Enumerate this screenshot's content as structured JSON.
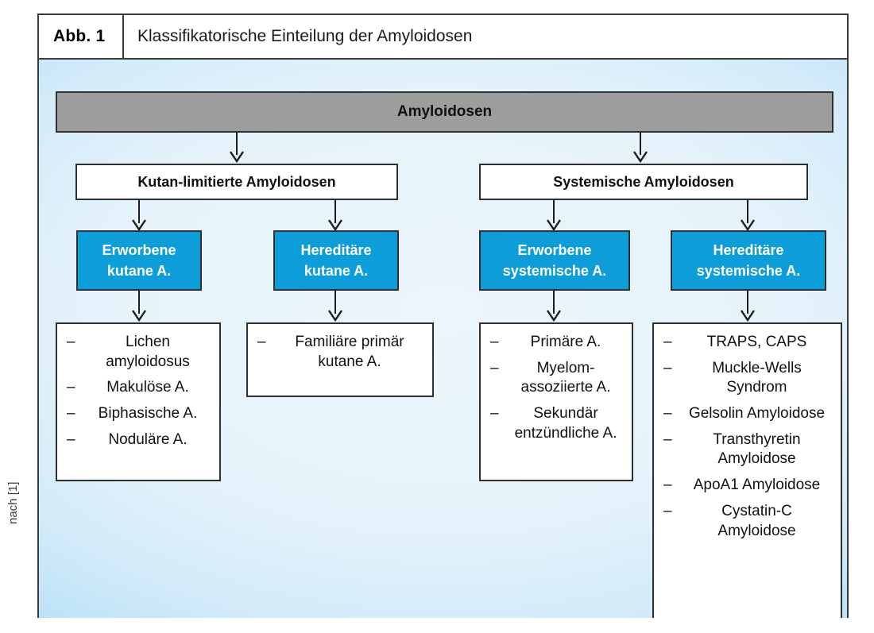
{
  "figure": {
    "number": "Abb. 1",
    "title": "Klassifikatorische Einteilung der Amyloidosen",
    "credit": "nach [1]"
  },
  "colors": {
    "root_box": "#9d9d9d",
    "accent_blue": "#0d9dd9",
    "border": "#2f2f2f",
    "canvas_bg": "#e7f3fb",
    "canvas_edge": "#a9dbf6"
  },
  "diagram": {
    "type": "hierarchy-flowchart",
    "root": {
      "label": "Amyloidosen"
    },
    "groups": [
      {
        "label": "Kutan-limitierte Amyloidosen"
      },
      {
        "label": "Systemische Amyloidosen"
      }
    ],
    "categories": [
      {
        "line1": "Erworbene",
        "line2": "kutane A."
      },
      {
        "line1": "Hereditäre",
        "line2": "kutane A."
      },
      {
        "line1": "Erworbene",
        "line2": "systemische A."
      },
      {
        "line1": "Hereditäre",
        "line2": "systemische A."
      }
    ],
    "lists": [
      {
        "items": [
          "Lichen amyloidosus",
          "Makulöse A.",
          "Biphasische A.",
          "Noduläre A."
        ]
      },
      {
        "items": [
          "Familiäre primär kutane A."
        ]
      },
      {
        "items": [
          "Primäre A.",
          "Myelom-assoziierte A.",
          "Sekundär entzündliche A."
        ]
      },
      {
        "items": [
          "TRAPS, CAPS",
          "Muckle-Wells Syndrom",
          "Gelsolin Amyloidose",
          "Transthyretin Amyloidose",
          "ApoA1 Amyloidose",
          "Cystatin-C Amyloidose"
        ]
      }
    ],
    "bullet": "–"
  }
}
